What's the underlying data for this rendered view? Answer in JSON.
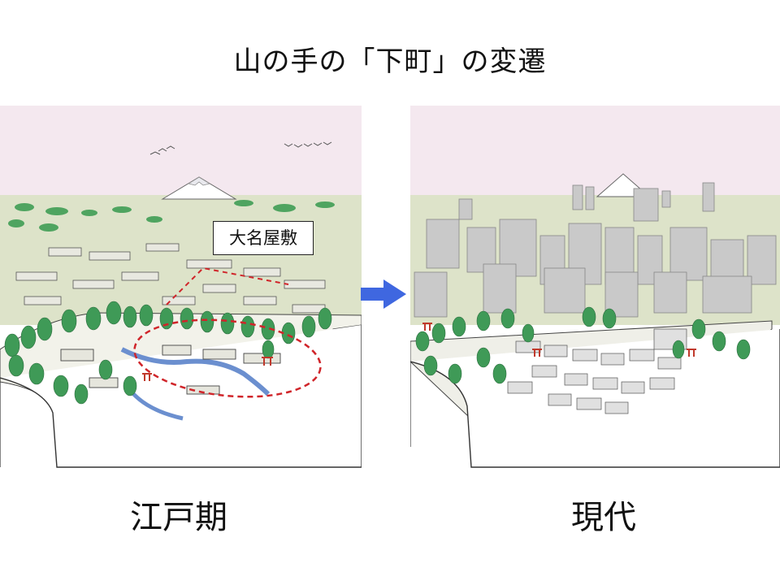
{
  "title": "山の手の「下町」の変遷",
  "panels": {
    "edo": {
      "caption": "江戸期",
      "annotation": "大名屋敷"
    },
    "modern": {
      "caption": "現代"
    }
  },
  "colors": {
    "sky": "#f4e8ef",
    "land": "#dde3c9",
    "tree": "#3f9a57",
    "building": "#c9c9c9",
    "water": "#6b8fcf",
    "dashed_ellipse": "#d0252a",
    "arrow": "#3f67e0"
  }
}
